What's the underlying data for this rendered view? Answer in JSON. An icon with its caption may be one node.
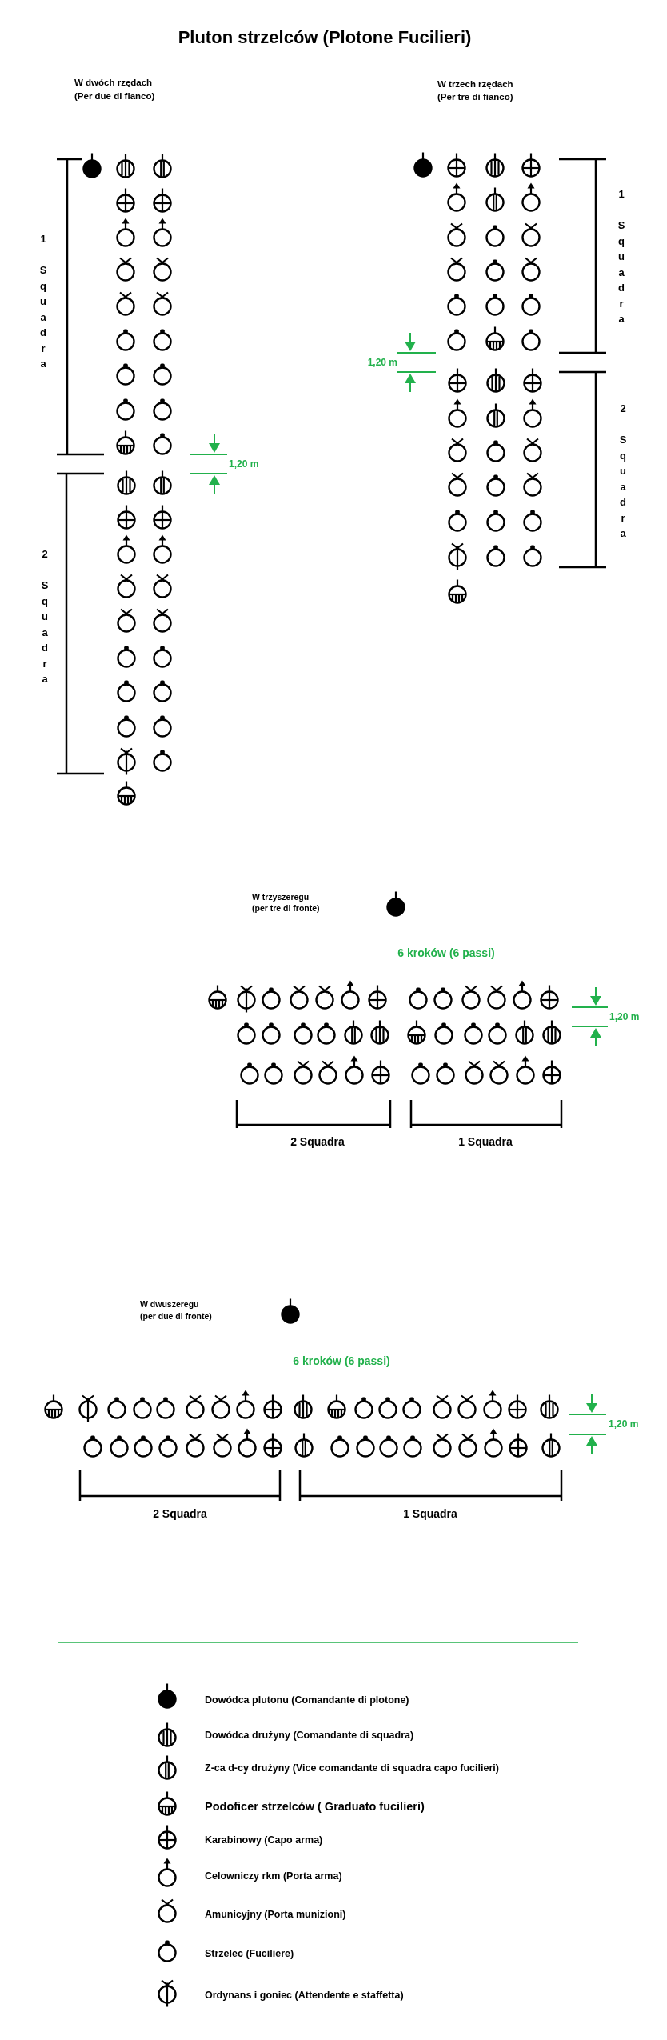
{
  "diagram": {
    "title": "Pluton strzelców (Plotone Fucilieri)",
    "labels": [
      "W dwóch rzędach",
      "(Per due di fianco)",
      "W trzech rzędach",
      "(Per tre di fianco)",
      "1 Squadra",
      "1 Squadra",
      "1,20 m",
      "2 Squadra",
      "1,20 m",
      "2 Squadra",
      "W trzyszeregu",
      "(per tre di fronte)",
      "6 kroków (6 passi)",
      "1,20 m",
      "2 Squadra",
      "1 Squadra",
      "W dwuszeregu",
      "(per due di fronte)",
      "6 kroków (6 passi)",
      "1,20 m",
      "2 Squadra",
      "1 Squadra"
    ],
    "legend": [
      {
        "text": "Dowódca plutonu (Comandante di plotone)"
      },
      {
        "text": "Dowódca drużyny (Comandante di squadra)"
      },
      {
        "text": "Z-ca d-cy drużyny (Vice comandante di squadra capo fucilieri)"
      },
      {
        "text": "Podoficer strzelców ( Graduato fucilieri)"
      },
      {
        "text": "Karabinowy (Capo arma)"
      },
      {
        "text": "Celowniczy rkm (Porta arma)"
      },
      {
        "text": "Amunicyjny (Porta munizioni)"
      },
      {
        "text": "Strzelec (Fuciliere)"
      },
      {
        "text": "Ordynans i goniec (Attendente e staffetta)"
      }
    ]
  }
}
